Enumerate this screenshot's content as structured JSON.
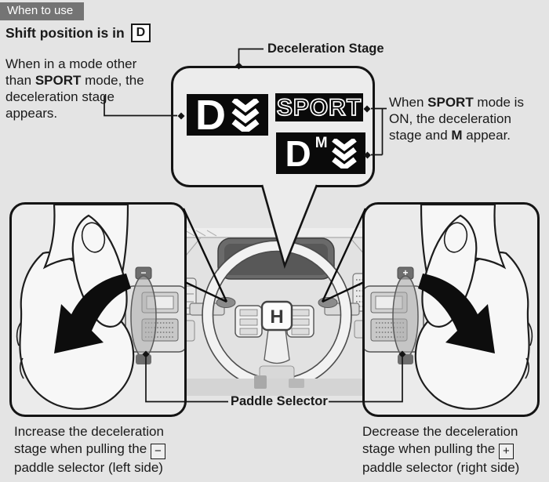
{
  "colors": {
    "page_bg": "#e4e4e4",
    "badge_bg": "#747474",
    "badge_text": "#ffffff",
    "text": "#1a1a1a",
    "display_bg": "#0a0a0a",
    "display_fg": "#ffffff",
    "bubble_bg": "#ececec",
    "line": "#141414"
  },
  "header": {
    "badge": "When to use",
    "heading": "Shift position is in",
    "shift_box": "D"
  },
  "notes": {
    "left": {
      "t1": "When in a mode other than ",
      "b1": "SPORT",
      "t2": " mode, the deceleration stage appears."
    },
    "right": {
      "t1": "When ",
      "b1": "SPORT",
      "t2": " mode is ON, the deceleration stage and ",
      "b2": "M",
      "t3": " appear."
    }
  },
  "labels": {
    "deceleration_stage": "Deceleration Stage",
    "paddle_selector": "Paddle Selector"
  },
  "display": {
    "drive": {
      "letter": "D",
      "icon": "triple-chevron-down-icon"
    },
    "sport": {
      "text": "SPORT"
    },
    "drive_manual": {
      "letter": "D",
      "sup": "M",
      "icon": "triple-chevron-down-icon"
    }
  },
  "captions": {
    "left": {
      "t1": "Increase the deceleration stage when pulling the ",
      "symbol": "−",
      "t2": "paddle selector (left side)"
    },
    "right": {
      "t1": "Decrease the deceleration stage when pulling the ",
      "symbol": "+",
      "t2": "paddle selector (right side)"
    }
  },
  "illustration": {
    "emblem": "H",
    "left_paddle_tab": "−",
    "right_paddle_tab": "+"
  }
}
